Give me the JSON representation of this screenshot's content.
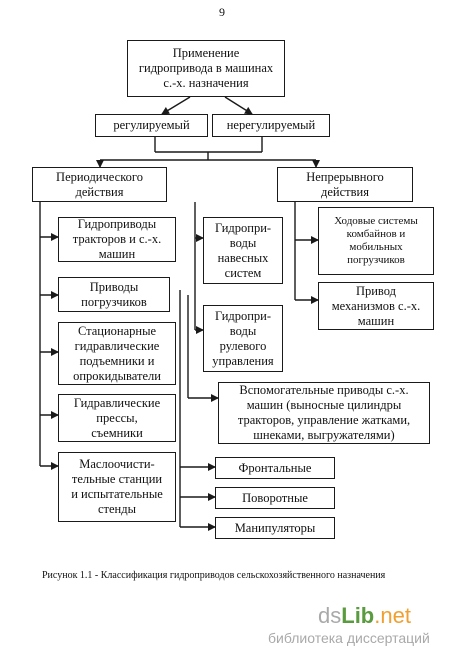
{
  "page_number": "9",
  "boxes": {
    "root": "Применение\nгидропривода в машинах\nс.-х. назначения",
    "regulated": "регулируемый",
    "unregulated": "нерегулируемый",
    "periodic": "Периодического\nдействия",
    "continuous": "Непрерывного\nдействия",
    "tractors": "Гидроприводы\nтракторов и с.-х.\nмашин",
    "mounted": "Гидропри-\nводы\nнавесных\nсистем",
    "running": "Ходовые системы\nкомбайнов и\nмобильных\nпогрузчиков",
    "mechanisms": "Привод\nмеханизмов с.-х.\nмашин",
    "loaders": "Приводы\nпогрузчиков",
    "steering": "Гидропри-\nводы\nрулевого\nуправления",
    "lifts": "Стационарные\nгидравлические\nподъемники и\nопрокидыватели",
    "auxiliary": "Вспомогательные приводы с.-х.\nмашин (выносные цилиндры\nтракторов, управление жатками,\nшнеками, выгружателями)",
    "presses": "Гидравлические\nпрессы,\nсъемники",
    "cleaning": "Маслоочисти-\nтельные станции\nи испытательные\nстенды",
    "frontal": "Фронтальные",
    "rotary": "Поворотные",
    "manipulators": "Манипуляторы"
  },
  "caption": "Рисунок 1.1 - Классификация гидроприводов сельскохозяйственного назначения",
  "watermark": {
    "logo_prefix": "ds",
    "logo_lib": "Lib",
    "logo_suffix": ".net",
    "subtitle": "библиотека диссертаций"
  },
  "colors": {
    "line": "#1a1a1a",
    "watermark_gray": "#a9a9a9",
    "watermark_green": "#5a9b3f",
    "watermark_orange": "#f0a030"
  }
}
